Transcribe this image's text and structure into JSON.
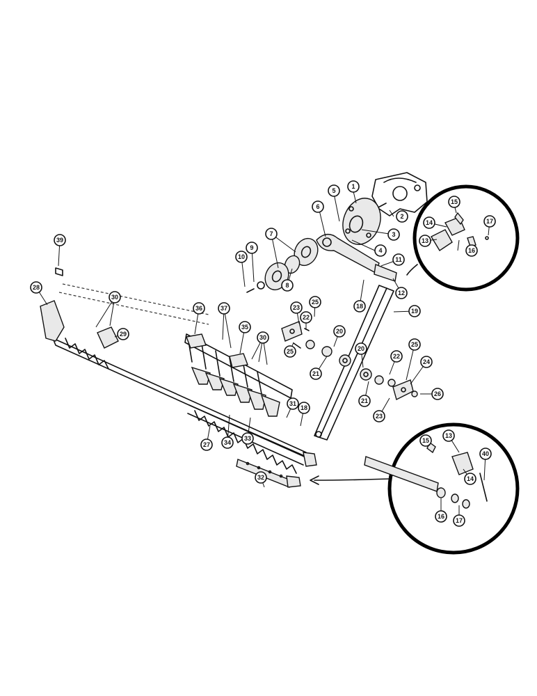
{
  "callouts": [
    {
      "id": "c1",
      "label": "1"
    },
    {
      "id": "c2",
      "label": "2"
    },
    {
      "id": "c3",
      "label": "3"
    },
    {
      "id": "c4",
      "label": "4"
    },
    {
      "id": "c5",
      "label": "5"
    },
    {
      "id": "c6",
      "label": "6"
    },
    {
      "id": "c7",
      "label": "7"
    },
    {
      "id": "c8",
      "label": "8"
    },
    {
      "id": "c9",
      "label": "9"
    },
    {
      "id": "c10",
      "label": "10"
    },
    {
      "id": "c11",
      "label": "11"
    },
    {
      "id": "c12",
      "label": "12"
    },
    {
      "id": "c13a",
      "label": "13"
    },
    {
      "id": "c14a",
      "label": "14"
    },
    {
      "id": "c15a",
      "label": "15"
    },
    {
      "id": "c16a",
      "label": "16"
    },
    {
      "id": "c17a",
      "label": "17"
    },
    {
      "id": "c18a",
      "label": "18"
    },
    {
      "id": "c19",
      "label": "19"
    },
    {
      "id": "c20a",
      "label": "20"
    },
    {
      "id": "c20b",
      "label": "20"
    },
    {
      "id": "c21a",
      "label": "21"
    },
    {
      "id": "c21b",
      "label": "21"
    },
    {
      "id": "c22a",
      "label": "22"
    },
    {
      "id": "c22b",
      "label": "22"
    },
    {
      "id": "c23a",
      "label": "23"
    },
    {
      "id": "c23b",
      "label": "23"
    },
    {
      "id": "c24",
      "label": "24"
    },
    {
      "id": "c25a",
      "label": "25"
    },
    {
      "id": "c25b",
      "label": "25"
    },
    {
      "id": "c25c",
      "label": "25"
    },
    {
      "id": "c26",
      "label": "26"
    },
    {
      "id": "c27",
      "label": "27"
    },
    {
      "id": "c28",
      "label": "28"
    },
    {
      "id": "c29",
      "label": "29"
    },
    {
      "id": "c30a",
      "label": "30"
    },
    {
      "id": "c30b",
      "label": "30"
    },
    {
      "id": "c31",
      "label": "31"
    },
    {
      "id": "c32",
      "label": "32"
    },
    {
      "id": "c33",
      "label": "33"
    },
    {
      "id": "c34",
      "label": "34"
    },
    {
      "id": "c35",
      "label": "35"
    },
    {
      "id": "c36",
      "label": "36"
    },
    {
      "id": "c37",
      "label": "37"
    },
    {
      "id": "c38",
      "label": "18"
    },
    {
      "id": "c39",
      "label": "39"
    },
    {
      "id": "c40",
      "label": "40"
    },
    {
      "id": "c13b",
      "label": "13"
    },
    {
      "id": "c14b",
      "label": "14"
    },
    {
      "id": "c15b",
      "label": "15"
    },
    {
      "id": "c16b",
      "label": "16"
    },
    {
      "id": "c17b",
      "label": "17"
    }
  ]
}
